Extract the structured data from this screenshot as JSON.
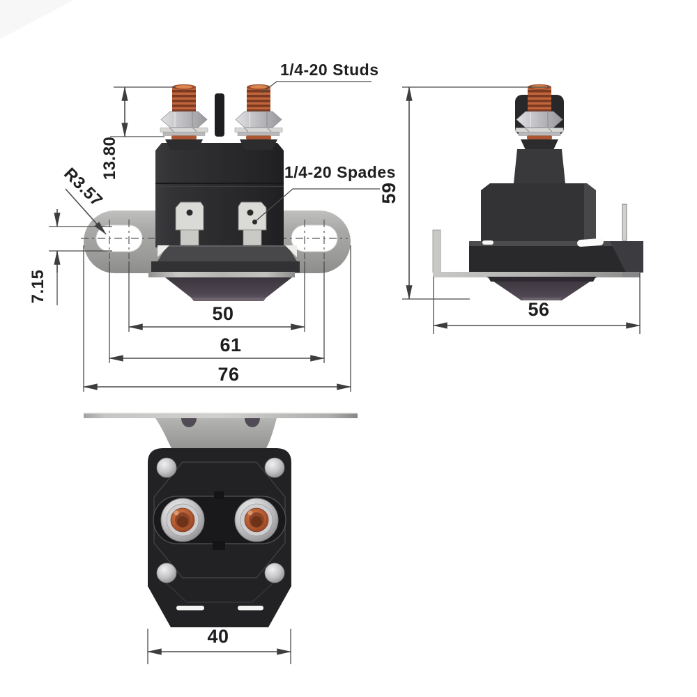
{
  "diagram": {
    "type": "technical-dimension-drawing",
    "callouts": {
      "studs": "1/4-20 Studs",
      "spades": "1/4-20 Spades"
    },
    "front_view": {
      "stud_exposed_height": "13.80",
      "slot_radius": "R3.57",
      "slot_height": "7.15",
      "slot_inner_spacing": "50",
      "slot_center_spacing": "61",
      "bracket_width": "76"
    },
    "side_view": {
      "overall_height": "59",
      "overall_width": "56"
    },
    "bottom_view": {
      "body_width": "40"
    },
    "colors": {
      "copper": "#c0653c",
      "body_black": "#2a2a2d",
      "bracket_gray": "#a6a6a4",
      "dimension_line": "#4a4a4a"
    }
  }
}
